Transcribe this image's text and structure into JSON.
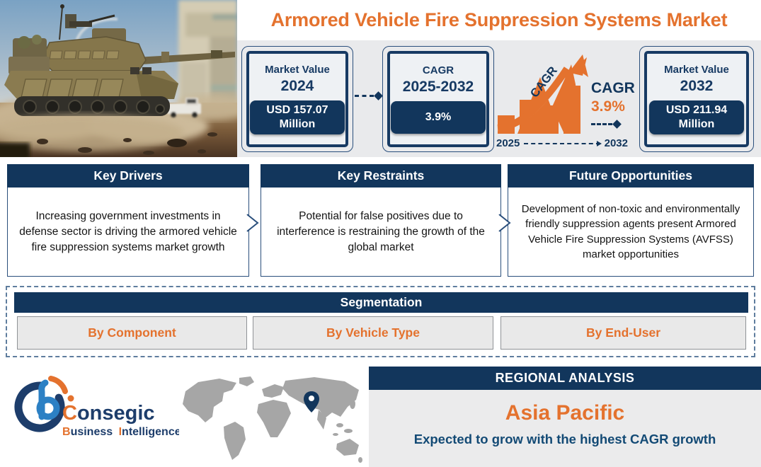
{
  "title": "Armored Vehicle Fire Suppression Systems Market",
  "stats": {
    "box1": {
      "label": "Market Value",
      "period": "2024",
      "value": "USD 157.07 Million"
    },
    "box2": {
      "label": "CAGR",
      "period": "2025-2032",
      "value": "3.9%"
    },
    "box3": {
      "label": "Market Value",
      "period": "2032",
      "value": "USD 211.94 Million"
    }
  },
  "growth_graphic": {
    "arrow_label": "CAGR",
    "cagr_title": "CAGR",
    "cagr_value": "3.9%",
    "start_year": "2025",
    "end_year": "2032"
  },
  "panels": {
    "drivers": {
      "title": "Key Drivers",
      "body": "Increasing government investments in defense sector is driving the armored vehicle fire suppression systems market growth"
    },
    "restraints": {
      "title": "Key Restraints",
      "body": "Potential for false positives due to interference is restraining the growth of the global market"
    },
    "opportunities": {
      "title": "Future Opportunities",
      "body": "Development of non-toxic and environmentally friendly suppression agents present Armored Vehicle Fire Suppression Systems (AVFSS) market opportunities"
    }
  },
  "segmentation": {
    "title": "Segmentation",
    "items": [
      {
        "label": "By Component"
      },
      {
        "label": "By Vehicle Type"
      },
      {
        "label": "By End-User"
      }
    ]
  },
  "regional": {
    "header": "REGIONAL ANALYSIS",
    "region": "Asia Pacific",
    "note": "Expected to grow with the highest CAGR growth"
  },
  "brand": {
    "name_c": "C",
    "name_rest": "onsegic",
    "tag_b": "B",
    "tag_b_rest": "usiness ",
    "tag_i": "I",
    "tag_i_rest": "ntelligence"
  },
  "colors": {
    "navy": "#12365c",
    "orange": "#e4722e",
    "panel_gray": "#e9eaec",
    "map_gray": "#a6a6a6"
  },
  "chart_data": {
    "type": "bar",
    "title": "Armored Vehicle Fire Suppression Systems Market",
    "categories": [
      "2024",
      "2032"
    ],
    "values": [
      157.07,
      211.94
    ],
    "ylabel": "Market Value (USD Million)",
    "cagr_percent": 3.9,
    "cagr_period": "2025-2032",
    "region_highlight": "Asia Pacific"
  }
}
